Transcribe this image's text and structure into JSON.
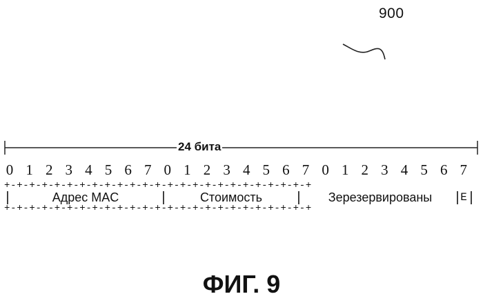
{
  "reference_number": "900",
  "width_label": "24 бита",
  "bit_labels": [
    "0",
    "1",
    "2",
    "3",
    "4",
    "5",
    "6",
    "7",
    "0",
    "1",
    "2",
    "3",
    "4",
    "5",
    "6",
    "7",
    "0",
    "1",
    "2",
    "3",
    "4",
    "5",
    "6",
    "7"
  ],
  "plus_row": "+-+-+-+-+-+-+-+-+-+-+-+-+-+-+-+-+-+-+-+-+-+-+-+-+",
  "separator": "|",
  "fields": [
    {
      "label": "Адрес MAC"
    },
    {
      "label": "Стоимость"
    },
    {
      "label": "Зерезервированы"
    },
    {
      "label": "E"
    }
  ],
  "figure_caption": "ФИГ. 9"
}
